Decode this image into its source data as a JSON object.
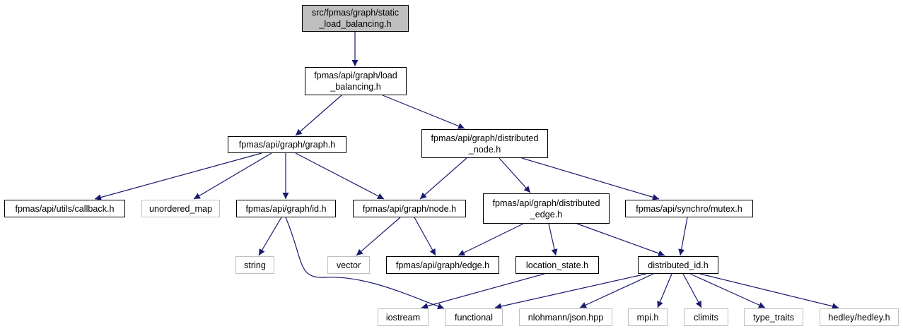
{
  "diagram": {
    "colors": {
      "edge": "#191970",
      "root_fill": "#bfbfbf",
      "border": "#000000",
      "external_border": "#bfbfbf"
    },
    "nodes": [
      {
        "id": "static_load_balancing",
        "label": "src/fpmas/graph/static\n_load_balancing.h",
        "kind": "root"
      },
      {
        "id": "load_balancing",
        "label": "fpmas/api/graph/load\n_balancing.h",
        "kind": "internal"
      },
      {
        "id": "graph",
        "label": "fpmas/api/graph/graph.h",
        "kind": "internal"
      },
      {
        "id": "distributed_node",
        "label": "fpmas/api/graph/distributed\n_node.h",
        "kind": "internal"
      },
      {
        "id": "callback",
        "label": "fpmas/api/utils/callback.h",
        "kind": "internal"
      },
      {
        "id": "unordered_map",
        "label": "unordered_map",
        "kind": "external"
      },
      {
        "id": "id",
        "label": "fpmas/api/graph/id.h",
        "kind": "internal"
      },
      {
        "id": "node",
        "label": "fpmas/api/graph/node.h",
        "kind": "internal"
      },
      {
        "id": "distributed_edge",
        "label": "fpmas/api/graph/distributed\n_edge.h",
        "kind": "internal"
      },
      {
        "id": "mutex",
        "label": "fpmas/api/synchro/mutex.h",
        "kind": "internal"
      },
      {
        "id": "string",
        "label": "string",
        "kind": "external"
      },
      {
        "id": "vector",
        "label": "vector",
        "kind": "external"
      },
      {
        "id": "edge",
        "label": "fpmas/api/graph/edge.h",
        "kind": "internal"
      },
      {
        "id": "location_state",
        "label": "location_state.h",
        "kind": "internal"
      },
      {
        "id": "distributed_id",
        "label": "distributed_id.h",
        "kind": "internal"
      },
      {
        "id": "iostream",
        "label": "iostream",
        "kind": "external"
      },
      {
        "id": "functional",
        "label": "functional",
        "kind": "external"
      },
      {
        "id": "json",
        "label": "nlohmann/json.hpp",
        "kind": "external"
      },
      {
        "id": "mpi",
        "label": "mpi.h",
        "kind": "external"
      },
      {
        "id": "climits",
        "label": "climits",
        "kind": "external"
      },
      {
        "id": "type_traits",
        "label": "type_traits",
        "kind": "external"
      },
      {
        "id": "hedley",
        "label": "hedley/hedley.h",
        "kind": "external"
      }
    ],
    "edges": [
      {
        "from": "static_load_balancing",
        "to": "load_balancing"
      },
      {
        "from": "load_balancing",
        "to": "graph"
      },
      {
        "from": "load_balancing",
        "to": "distributed_node"
      },
      {
        "from": "graph",
        "to": "callback"
      },
      {
        "from": "graph",
        "to": "unordered_map"
      },
      {
        "from": "graph",
        "to": "id"
      },
      {
        "from": "graph",
        "to": "node"
      },
      {
        "from": "distributed_node",
        "to": "node"
      },
      {
        "from": "distributed_node",
        "to": "distributed_edge"
      },
      {
        "from": "distributed_node",
        "to": "mutex"
      },
      {
        "from": "id",
        "to": "string"
      },
      {
        "from": "id",
        "to": "functional"
      },
      {
        "from": "node",
        "to": "vector"
      },
      {
        "from": "node",
        "to": "edge"
      },
      {
        "from": "distributed_edge",
        "to": "edge"
      },
      {
        "from": "distributed_edge",
        "to": "location_state"
      },
      {
        "from": "distributed_edge",
        "to": "distributed_id"
      },
      {
        "from": "mutex",
        "to": "distributed_id"
      },
      {
        "from": "location_state",
        "to": "iostream"
      },
      {
        "from": "distributed_id",
        "to": "functional"
      },
      {
        "from": "distributed_id",
        "to": "json"
      },
      {
        "from": "distributed_id",
        "to": "mpi"
      },
      {
        "from": "distributed_id",
        "to": "climits"
      },
      {
        "from": "distributed_id",
        "to": "type_traits"
      },
      {
        "from": "distributed_id",
        "to": "hedley"
      }
    ]
  }
}
